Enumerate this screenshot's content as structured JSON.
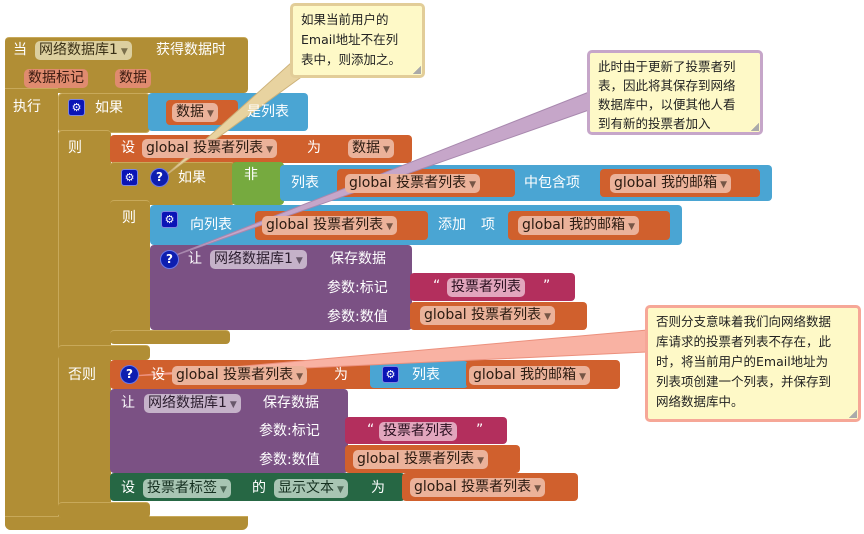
{
  "event": {
    "when": "当",
    "component": "网络数据库1",
    "event_name": "获得数据时",
    "params": [
      "数据标记",
      "数据"
    ],
    "do": "执行"
  },
  "if1": {
    "if": "如果",
    "then": "则",
    "else": "否则",
    "cond_var": "数据",
    "cond_op": "是列表"
  },
  "set1": {
    "set": "设",
    "var": "global 投票者列表",
    "to": "为",
    "value": "数据"
  },
  "if2": {
    "if": "如果",
    "not": "非",
    "list": "列表",
    "list_var": "global 投票者列表",
    "contains": "中包含项",
    "item": "global 我的邮箱",
    "then": "则"
  },
  "add": {
    "to_list": "向列表",
    "list_var": "global 投票者列表",
    "add": "添加",
    "item_label": "项",
    "item": "global 我的邮箱"
  },
  "store1": {
    "call": "让",
    "component": "网络数据库1",
    "method": "保存数据",
    "tag_label": "参数:标记",
    "tag": "投票者列表",
    "value_label": "参数:数值",
    "value": "global 投票者列表"
  },
  "set2": {
    "set": "设",
    "var": "global 投票者列表",
    "to": "为",
    "make_list": "列表",
    "item": "global 我的邮箱"
  },
  "store2": {
    "call": "让",
    "component": "网络数据库1",
    "method": "保存数据",
    "tag_label": "参数:标记",
    "tag": "投票者列表",
    "value_label": "参数:数值",
    "value": "global 投票者列表"
  },
  "set3": {
    "set": "设",
    "component": "投票者标签",
    "of": "的",
    "property": "显示文本",
    "to": "为",
    "value": "global 投票者列表"
  },
  "quote": "“",
  "quote_close": "”",
  "comments": [
    "如果当前用户的\nEmail地址不在列\n表中，则添加之。",
    "此时由于更新了投票者列\n表，因此将其保存到网络\n数据库中，以便其他人看\n到有新的投票者加入",
    "否则分支意味着我们向网络数据\n库请求的投票者列表不存在，此\n时，将当前用户的Email地址为\n列表项创建一个列表，并保存到\n网络数据库中。"
  ]
}
